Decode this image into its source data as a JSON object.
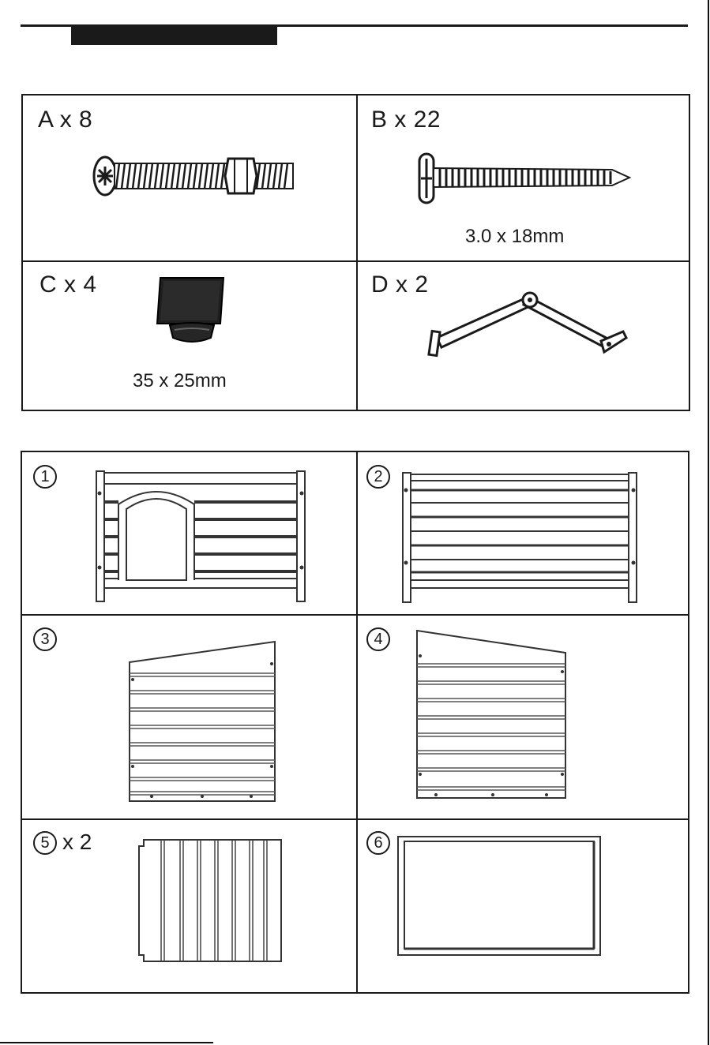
{
  "hardware": [
    {
      "id": "A",
      "label": "A x 8",
      "size": "",
      "icon": "bolt-with-nut-icon"
    },
    {
      "id": "B",
      "label": "B x 22",
      "size": "3.0 x 18mm",
      "icon": "screw-icon"
    },
    {
      "id": "C",
      "label": "C x 4",
      "size": "35 x 25mm",
      "icon": "rubber-foot-pad-icon"
    },
    {
      "id": "D",
      "label": "D x 2",
      "size": "",
      "icon": "folding-hinge-bracket-icon"
    }
  ],
  "panels": [
    {
      "number": "1",
      "qty": "",
      "icon": "front-panel-with-door-icon"
    },
    {
      "number": "2",
      "qty": "",
      "icon": "back-panel-icon"
    },
    {
      "number": "3",
      "qty": "",
      "icon": "right-side-panel-icon"
    },
    {
      "number": "4",
      "qty": "",
      "icon": "left-side-panel-icon"
    },
    {
      "number": "5",
      "qty": "x 2",
      "icon": "roof-panel-icon"
    },
    {
      "number": "6",
      "qty": "",
      "icon": "floor-panel-icon"
    }
  ],
  "colors": {
    "line": "#1a1a1a",
    "background": "#ffffff"
  }
}
